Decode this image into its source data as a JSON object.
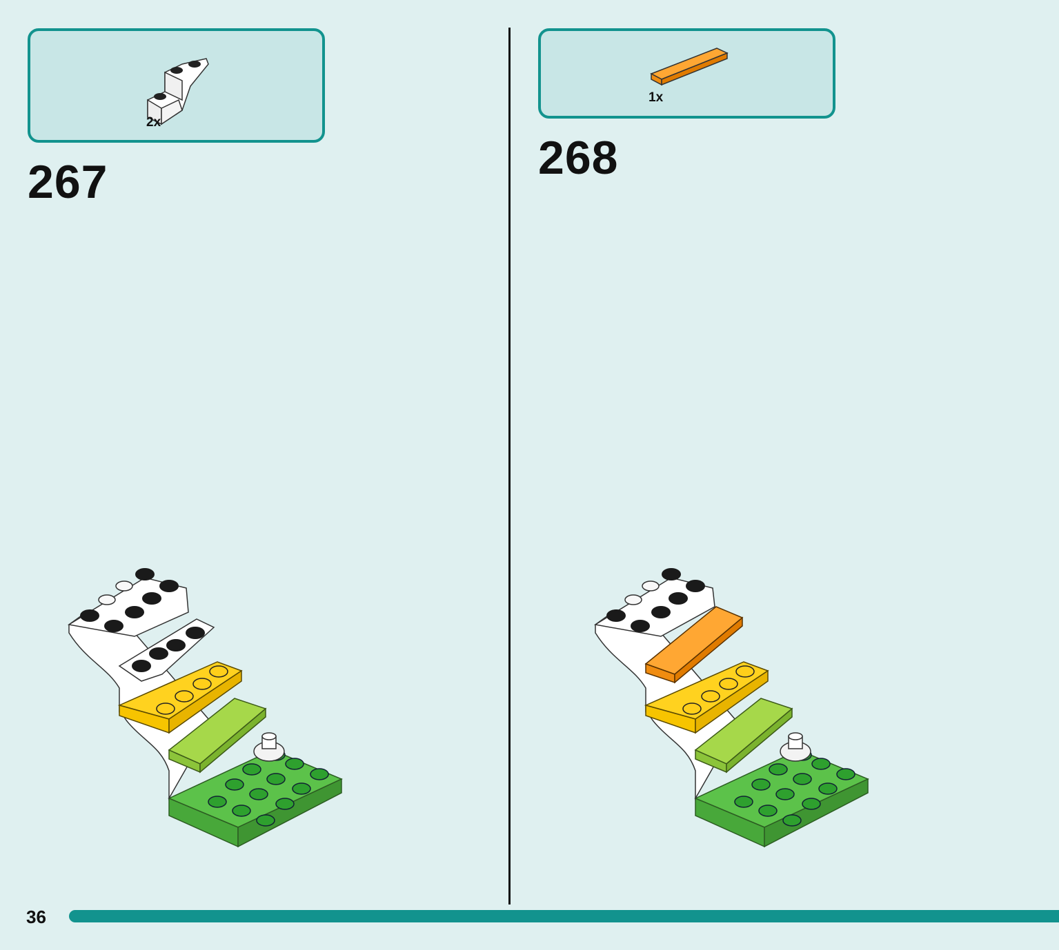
{
  "page_number": "36",
  "steps": [
    {
      "number": "267",
      "parts": [
        {
          "quantity": "2x",
          "part_icon": "white-arch-brick-icon",
          "color": "#ffffff"
        }
      ]
    },
    {
      "number": "268",
      "parts": [
        {
          "quantity": "1x",
          "part_icon": "orange-tile-icon",
          "color": "#ffa733"
        }
      ]
    }
  ],
  "colors": {
    "accent": "#12938e",
    "background": "#dff0f0",
    "parts_box_fill": "#c8e6e6",
    "white_brick": "#ffffff",
    "yellow_brick": "#ffd21f",
    "lime_tile": "#a6d84a",
    "green_plate": "#5cc24a",
    "orange_tile": "#ffa733"
  }
}
